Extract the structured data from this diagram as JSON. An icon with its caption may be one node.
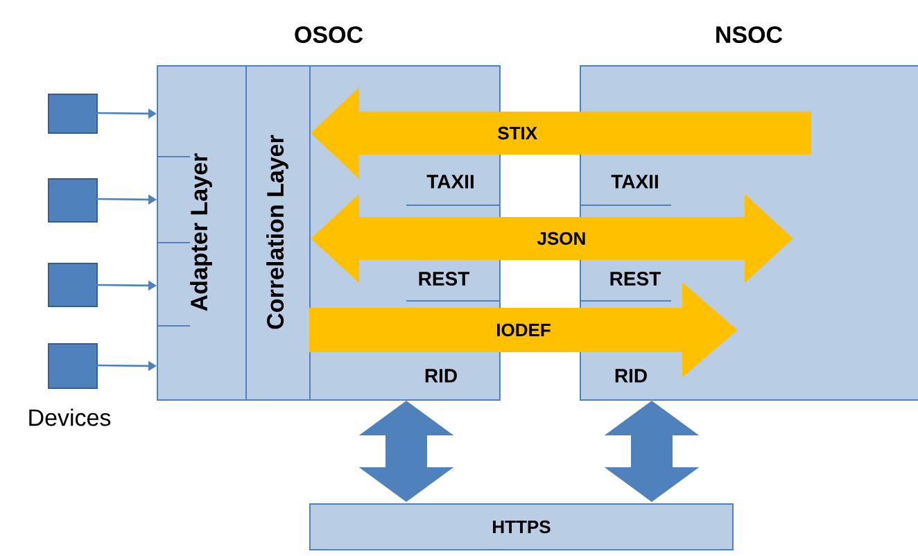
{
  "diagram": {
    "nodes": [
      {
        "text": [
          "OSOC"
        ]
      },
      {
        "text": [
          "Adapter Layer"
        ],
        "in": 0
      },
      {
        "text": [
          "Correlation Layer"
        ],
        "in": 0
      },
      {
        "text": [
          "NSOC"
        ]
      },
      {
        "text": [
          "HTTPS"
        ]
      },
      {
        "text": [],
        "shape": "box"
      },
      {
        "text": [],
        "shape": "box"
      },
      {
        "text": [],
        "shape": "box"
      },
      {
        "text": [],
        "shape": "box"
      }
    ],
    "edges": [
      {
        "from": 5,
        "to": 1,
        "arrow": "to"
      },
      {
        "from": 6,
        "to": 1,
        "arrow": "to"
      },
      {
        "from": 7,
        "to": 1,
        "arrow": "to"
      },
      {
        "from": 8,
        "to": 1,
        "arrow": "to"
      },
      {
        "from": 3,
        "to": 2,
        "arrow": "to",
        "label": "STIX",
        "color": "#ffc000"
      },
      {
        "from": 2,
        "to": 3,
        "arrow": "both",
        "label": "JSON",
        "color": "#ffc000"
      },
      {
        "from": 2,
        "to": 3,
        "arrow": "to",
        "label": "IODEF",
        "color": "#ffc000"
      },
      {
        "from": 0,
        "to": 4,
        "arrow": "both"
      },
      {
        "from": 3,
        "to": 4,
        "arrow": "both"
      }
    ],
    "labels": [
      "TAXII",
      "TAXII",
      "REST",
      "REST",
      "RID",
      "RID",
      "Devices"
    ]
  }
}
